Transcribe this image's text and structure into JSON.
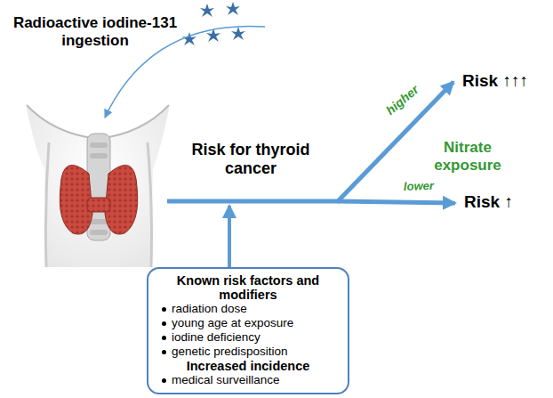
{
  "diagram": {
    "nodes": [
      {
        "text": [
          "Known risk factors and modifiers",
          "radiation dose",
          "young age at exposure",
          "iodine deficiency",
          "genetic predisposition",
          "Increased incidence",
          "medical surveillance"
        ]
      }
    ],
    "labels": [
      "Radioactive iodine-131 ingestion",
      "Risk for thyroid cancer",
      "higher",
      "Nitrate exposure",
      "lower",
      "Risk ↑↑↑",
      "Risk ↑"
    ]
  }
}
